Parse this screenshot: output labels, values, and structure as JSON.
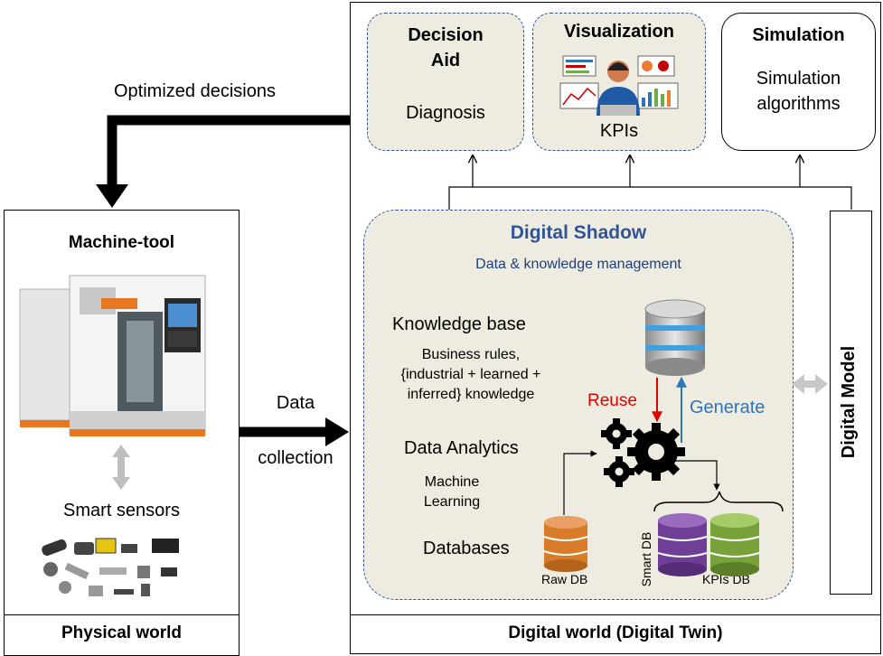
{
  "physical": {
    "header": "Machine-tool",
    "sensors_label": "Smart sensors",
    "footer": "Physical world"
  },
  "digital": {
    "footer": "Digital world (Digital Twin)"
  },
  "arrows": {
    "optimized": "Optimized decisions",
    "data_line1": "Data",
    "data_line2": "collection"
  },
  "decision_aid": {
    "title_line1": "Decision",
    "title_line2": "Aid",
    "body": "Diagnosis"
  },
  "visualization": {
    "title": "Visualization",
    "body": "KPIs"
  },
  "simulation": {
    "title": "Simulation",
    "body_line1": "Simulation",
    "body_line2": "algorithms"
  },
  "digital_model": {
    "label": "Digital Model"
  },
  "shadow": {
    "title": "Digital Shadow",
    "subtitle": "Data & knowledge management",
    "kb_title": "Knowledge base",
    "kb_line1": "Business rules,",
    "kb_line2": "{industrial + learned +",
    "kb_line3": "inferred} knowledge",
    "da_title": "Data Analytics",
    "ml_line1": "Machine",
    "ml_line2": "Learning",
    "db_title": "Databases",
    "reuse": "Reuse",
    "generate": "Generate",
    "raw_db": "Raw DB",
    "smart_db": "Smart DB",
    "kpis_db": "KPIs DB"
  },
  "colors": {
    "shadow_title": "#2f5597",
    "reuse": "#e00000",
    "generate": "#2e75b6",
    "panel_fill": "#eeebe0",
    "raw_db": "#d87c2a",
    "smart_db": "#6f3f97",
    "kpis_db": "#77a23a"
  }
}
